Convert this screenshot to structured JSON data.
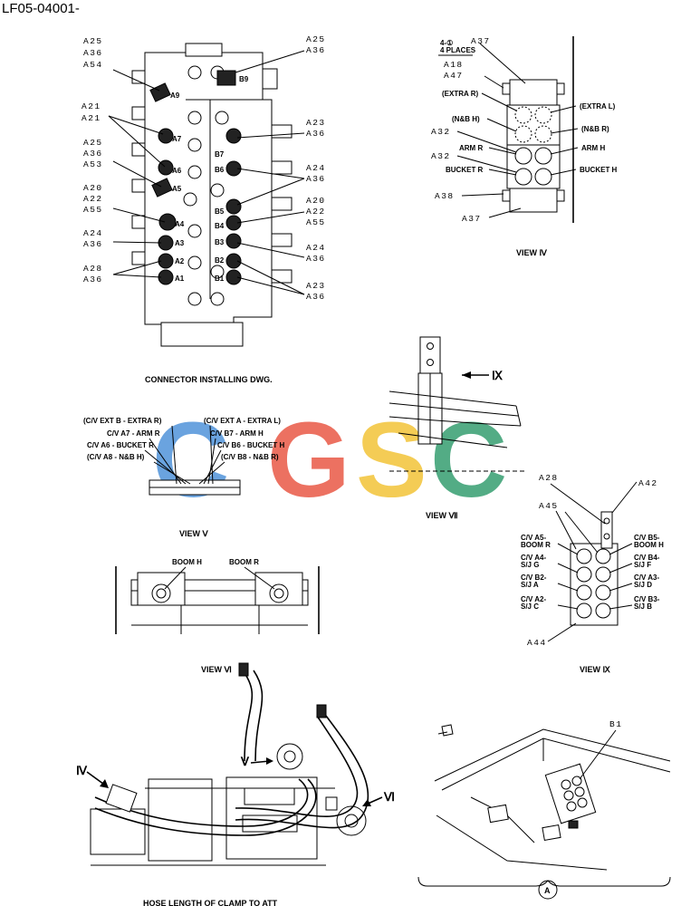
{
  "header": {
    "doc_id": "LF05-04001-"
  },
  "colors": {
    "wm_c": "#4a90d9",
    "wm_g": "#e8523f",
    "wm_s": "#f2c230",
    "wm_c2": "#2e9b6b"
  },
  "watermark": {
    "letters": [
      "C",
      "G",
      "S",
      "C"
    ]
  },
  "view_main": {
    "caption": "CONNECTOR INSTALLING DWG.",
    "callouts_left": [
      "A25",
      "A36",
      "A54",
      "A21",
      "A21",
      "A25",
      "A36",
      "A53",
      "A20",
      "A22",
      "A55",
      "A24",
      "A36",
      "A28",
      "A36"
    ],
    "callouts_right": [
      "A25",
      "A36",
      "A23",
      "A36",
      "A24",
      "A36",
      "A20",
      "A22",
      "A55",
      "A24",
      "A36",
      "A23",
      "A36"
    ],
    "ports_left": [
      "A9",
      "A7",
      "A6",
      "A5",
      "A4",
      "A3",
      "A2",
      "A1"
    ],
    "ports_right": [
      "B9",
      "B7",
      "B6",
      "B5",
      "B4",
      "B3",
      "B2",
      "B1"
    ]
  },
  "view_iv": {
    "caption": "VIEW Ⅳ",
    "note1": "4-①",
    "note2": "4 PLACES",
    "callouts": [
      "A37",
      "A18",
      "A47",
      "A32",
      "A32",
      "A38",
      "A37"
    ],
    "labels_left": [
      "(EXTRA R)",
      "(N&B H)",
      "ARM R",
      "BUCKET R"
    ],
    "labels_right": [
      "(EXTRA L)",
      "(N&B R)",
      "ARM H",
      "BUCKET H"
    ]
  },
  "view_v": {
    "caption": "VIEW Ⅴ",
    "labels": [
      "(C/V EXT B - EXTRA R)",
      "(C/V EXT A - EXTRA L)",
      "C/V A7 - ARM R",
      "C/V B7 - ARM H",
      "C/V A6 - BUCKET R",
      "C/V B6 - BUCKET H",
      "(C/V A8 - N&B H)",
      "(C/V B8 - N&B R)"
    ]
  },
  "view_vi": {
    "caption": "VIEW Ⅵ",
    "labels": [
      "BOOM H",
      "BOOM R"
    ]
  },
  "view_vii": {
    "caption": "VIEW Ⅶ",
    "arrow_label": "Ⅸ"
  },
  "view_ix": {
    "caption": "VIEW Ⅸ",
    "callouts": [
      "A28",
      "A42",
      "A45",
      "A44"
    ],
    "labels_left": [
      "C/V A5-",
      "BOOM R",
      "C/V A4-",
      "S/J G",
      "C/V B2-",
      "S/J A",
      "C/V A2-",
      "S/J C"
    ],
    "labels_right": [
      "C/V B5-",
      "BOOM H",
      "C/V B4-",
      "S/J F",
      "C/V A3-",
      "S/J D",
      "C/V B3-",
      "S/J B"
    ]
  },
  "view_bottom": {
    "caption": "HOSE LENGTH OF CLAMP TO ATT",
    "markers": [
      "Ⅳ",
      "Ⅴ",
      "Ⅵ"
    ]
  },
  "view_a": {
    "callout": "B1",
    "detail_letter": "A"
  }
}
